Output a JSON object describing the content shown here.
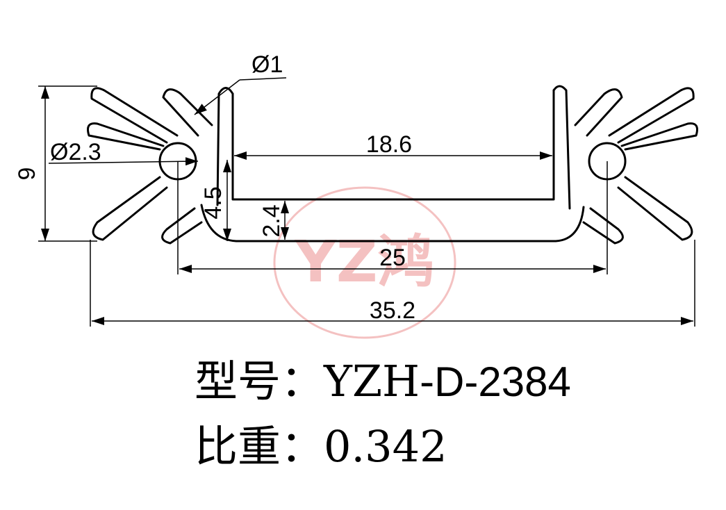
{
  "dimensions": {
    "hole_small": "Ø1",
    "hole_large": "Ø2.3",
    "height": "9",
    "inner_width": "18.6",
    "wall_height": "4.5",
    "base_thickness": "2.4",
    "base_width": "25",
    "total_width": "35.2"
  },
  "watermark": {
    "text": "YZ鸿",
    "color": "#e05050"
  },
  "caption": {
    "model_label": "型号：",
    "model_prefix": "YZH-",
    "model_code": "D-2384",
    "weight_label": "比重：",
    "weight_value": "0.342"
  }
}
